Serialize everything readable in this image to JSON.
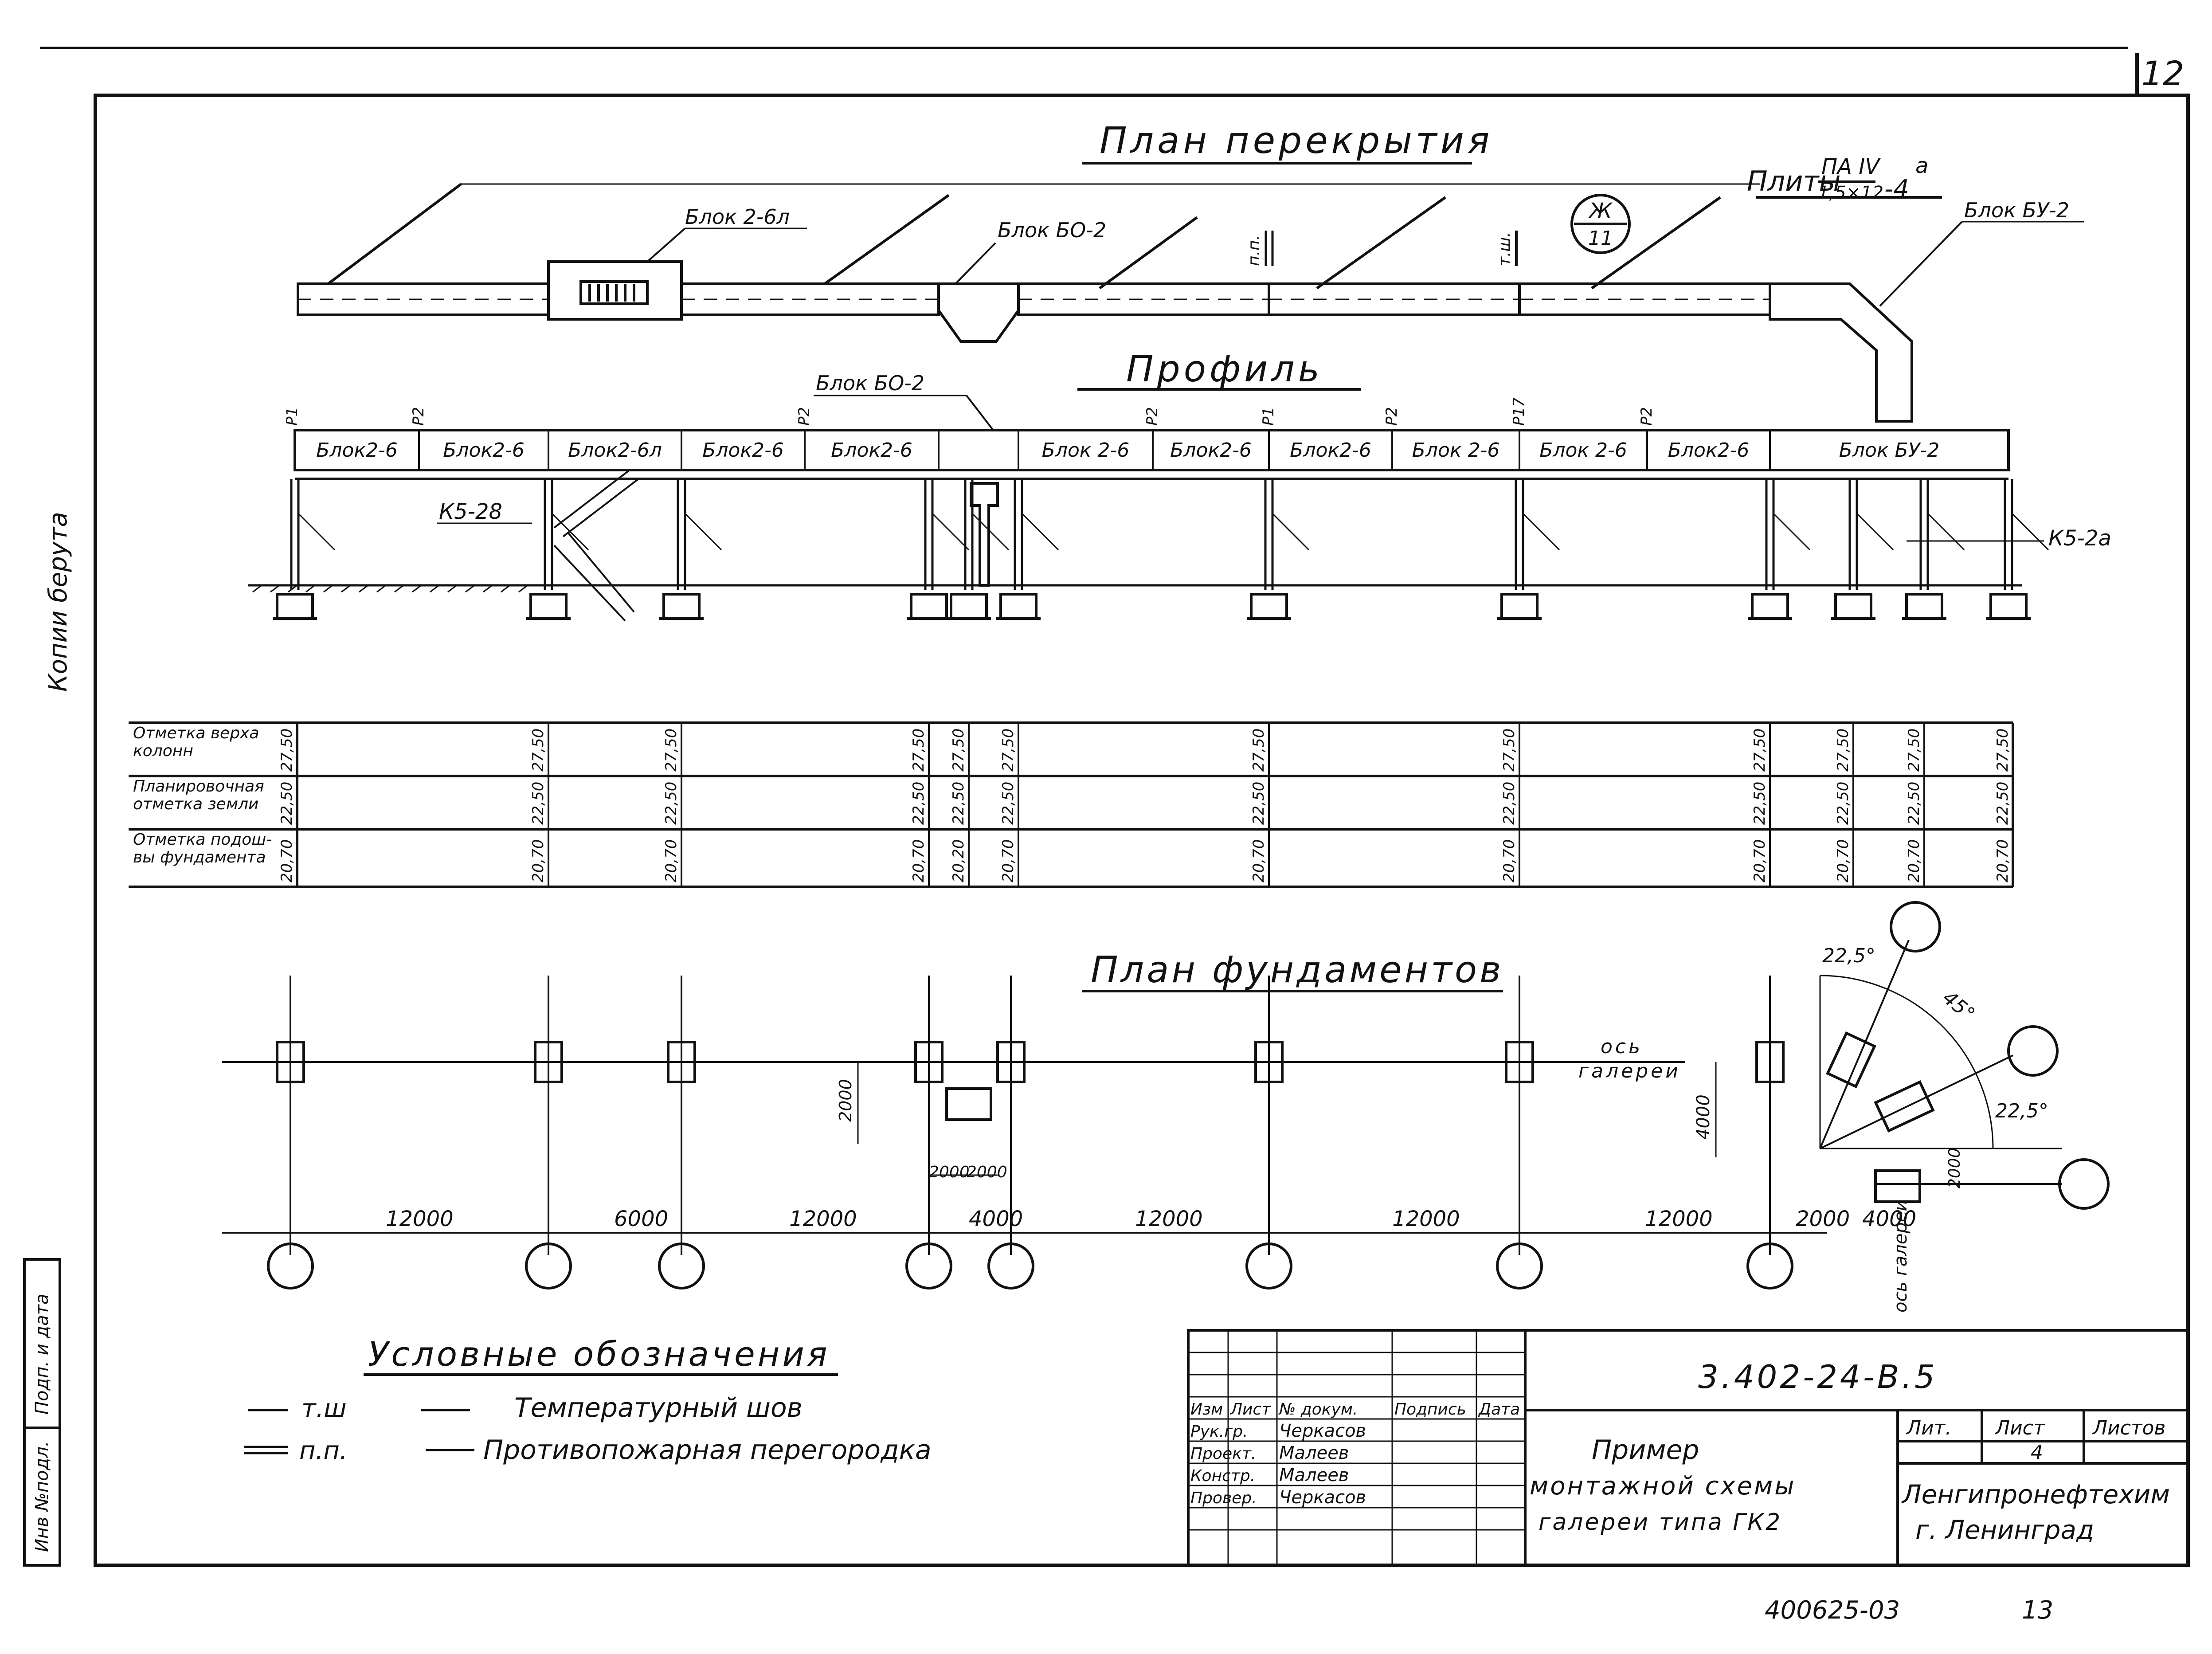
{
  "sheet_number": "12",
  "stamp": "3.402-24-В.5",
  "archive_number": "400625-03",
  "archive_page": "13",
  "side_note": "Копии берута",
  "plan": {
    "title": "План перекрытия",
    "plates_label": "Плиты",
    "plates_code_top": "ПА IV",
    "plates_code_bottom": "1,5×12",
    "plates_suffix": "-4",
    "plates_sup": "а",
    "label_block_2_6l": "Блок 2-6л",
    "label_block_bo2": "Блок БО-2",
    "label_block_bu2": "Блок БУ-2",
    "label_pp": "п.п.",
    "label_tsh": "т.ш.",
    "circle_top": "Ж",
    "circle_bottom": "11"
  },
  "profile": {
    "title": "Профиль",
    "label_block_bo2": "Блок БО-2",
    "blocks": [
      "Блок2-6",
      "Блок2-6",
      "Блок2-6л",
      "Блок2-6",
      "Блок2-6",
      "",
      "Блок 2-6",
      "Блок2-6",
      "Блок2-6",
      "Блок 2-6",
      "Блок 2-6",
      "Блок2-6",
      "Блок БУ-2"
    ],
    "marks": [
      "Р1",
      "Р2",
      "Р2",
      "Р2",
      "Р1",
      "Р2",
      "Р17",
      "Р2"
    ],
    "label_k5_28": "К5-28",
    "label_k5_2a": "К5-2а"
  },
  "table": {
    "row_labels": [
      [
        "Отметка верха",
        "колонн"
      ],
      [
        "Планировочная",
        "отметка земли"
      ],
      [
        "Отметка подош-",
        "вы фундамента"
      ]
    ],
    "top": [
      "27,50",
      "27,50",
      "27,50",
      "27,50",
      "27,50",
      "27,50",
      "27,50",
      "27,50",
      "27,50",
      "27,50",
      "27,50",
      "27,50"
    ],
    "ground": [
      "22,50",
      "22,50",
      "22,50",
      "22,50",
      "22,50",
      "22,50",
      "22,50",
      "22,50",
      "22,50",
      "22,50",
      "22,50",
      "22,50"
    ],
    "base": [
      "20,70",
      "20,70",
      "20,70",
      "20,70",
      "20,20",
      "20,70",
      "20,70",
      "20,70",
      "20,70",
      "20,70",
      "20,70",
      "20,70"
    ]
  },
  "foundation": {
    "title": "План фундаментов",
    "dims": [
      "12000",
      "6000",
      "12000",
      "4000",
      "12000",
      "12000",
      "12000",
      "2000",
      "4000"
    ],
    "small_dims": [
      "2000",
      "2000",
      "2000",
      "4000",
      "2000"
    ],
    "angle_1": "22,5°",
    "angle_2": "45°",
    "angle_3": "22,5°",
    "axis_label_1": "ось",
    "axis_label_2": "галереи",
    "axis_label_3": "ось галереи"
  },
  "legend": {
    "title": "Условные обозначения",
    "items": [
      {
        "symbol": "т.ш",
        "text": "Температурный шов"
      },
      {
        "symbol": "п.п.",
        "text": "Противопожарная перегородка"
      }
    ]
  },
  "title_block": {
    "side_cells": [
      "Инв №подл.",
      "Подп. и дата"
    ],
    "header": [
      "Изм",
      "Лист",
      "№ докум.",
      "Подпись",
      "Дата"
    ],
    "rows": [
      {
        "role": "Рук.гр.",
        "name": "Черкасов"
      },
      {
        "role": "Проект.",
        "name": "Малеев"
      },
      {
        "role": "Констр.",
        "name": "Малеев"
      },
      {
        "role": "Провер.",
        "name": "Черкасов"
      }
    ],
    "description": [
      "Пример",
      "монтажной схемы",
      "галереи типа ГК2"
    ],
    "lit_label": "Лит.",
    "sheet_label": "Лист",
    "sheets_label": "Листов",
    "sheet_value": "4",
    "org": [
      "Ленгипронефтехим",
      "г. Ленинград"
    ]
  },
  "colors": {
    "ink": "#111111",
    "paper": "#ffffff"
  }
}
